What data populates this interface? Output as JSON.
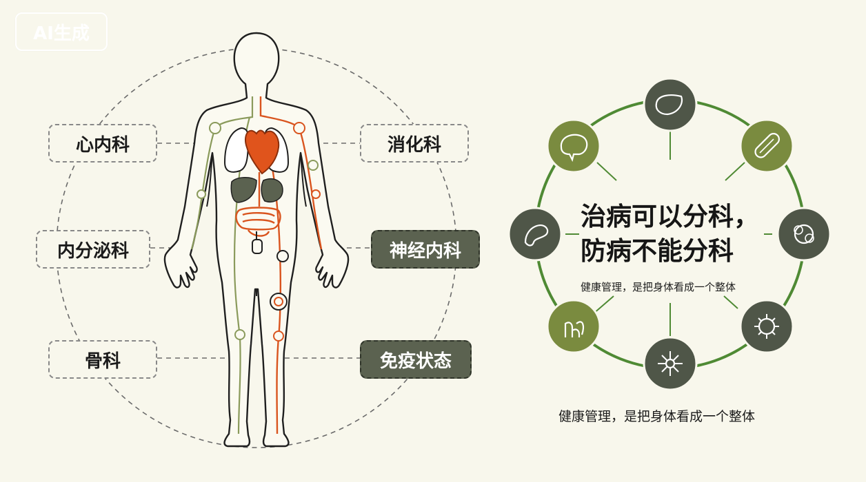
{
  "watermark": "AI生成",
  "departments": {
    "cardiology": "心内科",
    "endocrinology": "内分泌科",
    "orthopedics": "骨科",
    "gastroenterology": "消化科",
    "neurology": "神经内科",
    "immunity": "免疫状态"
  },
  "headline": {
    "line1": "治病可以分科，",
    "line2": "防病不能分科"
  },
  "subtitle": "健康管理，是把身体看成一个整体",
  "caption": "健康管理，是把身体看成一个整体",
  "ring_icons": [
    "liver-icon",
    "intestine-icon",
    "lungs-icon",
    "virus-icon",
    "neuron-icon",
    "stomach-icon",
    "colon-icon",
    "brain-icon"
  ],
  "colors": {
    "background": "#f8f7ec",
    "dark_node": "#4f5648",
    "light_node": "#7a8b3f",
    "ring": "#4f8a34",
    "artery": "#d9541e",
    "nerve": "#8a9a5b",
    "heart": "#e0541c"
  }
}
